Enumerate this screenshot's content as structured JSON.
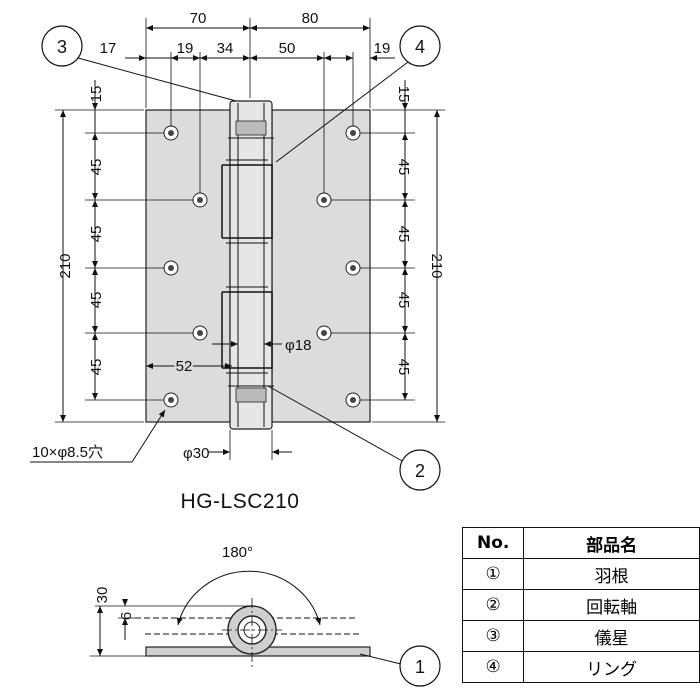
{
  "dimensions": {
    "top": [
      "70",
      "80"
    ],
    "second_row": [
      "17",
      "19",
      "34",
      "50",
      "19"
    ],
    "left_top": "15",
    "left_pitches": [
      "45",
      "45",
      "45",
      "45"
    ],
    "right_top": "15",
    "right_pitches": [
      "45",
      "45",
      "45",
      "45"
    ],
    "overall_height": "210",
    "hole_offset": "52",
    "pin_diameter": "φ18",
    "barrel_diameter": "φ30",
    "holes_note": "10×φ8.5穴",
    "side_height": "30",
    "side_offset": "6",
    "opening_angle": "180°"
  },
  "callouts": [
    "3",
    "4",
    "2",
    "1"
  ],
  "model_name": "HG-LSC210",
  "parts_table": {
    "headers": [
      "No.",
      "部品名"
    ],
    "rows": [
      {
        "no": "①",
        "name": "羽根"
      },
      {
        "no": "②",
        "name": "回転軸"
      },
      {
        "no": "③",
        "name": "儀星"
      },
      {
        "no": "④",
        "name": "リング"
      }
    ]
  }
}
